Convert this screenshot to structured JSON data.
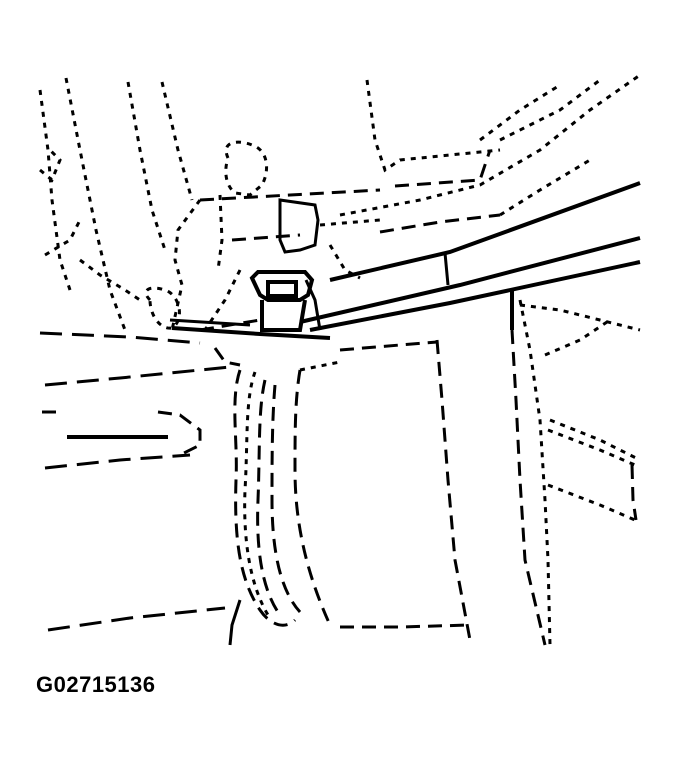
{
  "figure": {
    "caption": "G02715136",
    "description": "Technical line drawing of a suspension/frame bracket with a clip fastener attached to a bar, shown with dashed hidden-line style",
    "colors": {
      "line": "#000000",
      "background": "#ffffff"
    },
    "parts": [
      {
        "name": "fastener-clip",
        "label": ""
      },
      {
        "name": "mounting-bracket",
        "label": ""
      },
      {
        "name": "stabilizer-bar",
        "label": ""
      },
      {
        "name": "frame-rail",
        "label": ""
      },
      {
        "name": "cylindrical-housing",
        "label": ""
      }
    ]
  }
}
